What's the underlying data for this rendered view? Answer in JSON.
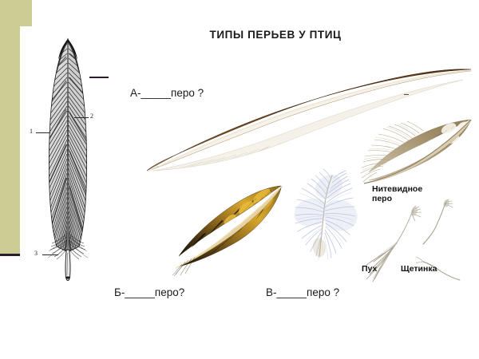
{
  "slide": {
    "title": "ТИПЫ ПЕРЬЕВ У ПТИЦ",
    "background_color": "#ffffff",
    "accent_color": "#cccd95",
    "rule_color": "#2e1b2e"
  },
  "questions": [
    {
      "id": "a",
      "text": "А-_____перо ?"
    },
    {
      "id": "b",
      "text": "Б-_____перо?"
    },
    {
      "id": "v",
      "text": "В-_____перо ?"
    }
  ],
  "captions": [
    {
      "id": "filoplume",
      "text": "Нитевидное\nперо"
    },
    {
      "id": "down",
      "text": "Пух"
    },
    {
      "id": "bristle",
      "text": "Щетинка"
    }
  ],
  "engraving": {
    "name": "feather-anatomy-engraving",
    "callouts": [
      {
        "id": "1",
        "label": "1"
      },
      {
        "id": "2",
        "label": "2"
      },
      {
        "id": "3",
        "label": "3"
      }
    ]
  },
  "artwork": [
    {
      "id": "contour-feather",
      "name": "large-brown-barred-contour-feather",
      "colors": [
        "#6b4423",
        "#8a5a2b",
        "#c49a5c",
        "#f2ece2"
      ]
    },
    {
      "id": "covert-feather",
      "name": "golden-black-mottled-feather",
      "colors": [
        "#d6a520",
        "#3a2a12",
        "#f0c84a",
        "#1d1508"
      ]
    },
    {
      "id": "down-feather",
      "name": "bluish-white-down-feather",
      "colors": [
        "#c9cfe4",
        "#aab3d2",
        "#f7f8fc"
      ]
    },
    {
      "id": "semiplume-feather",
      "name": "beige-semiplume-feather",
      "colors": [
        "#c9b48c",
        "#8f7c52",
        "#f5f1e6"
      ]
    },
    {
      "id": "filoplume",
      "name": "filoplume-thread-feather",
      "colors": [
        "#b9b2a2",
        "#8d8678"
      ]
    },
    {
      "id": "bristle",
      "name": "bristle-feather",
      "colors": [
        "#a9a296",
        "#7e776a"
      ]
    }
  ]
}
